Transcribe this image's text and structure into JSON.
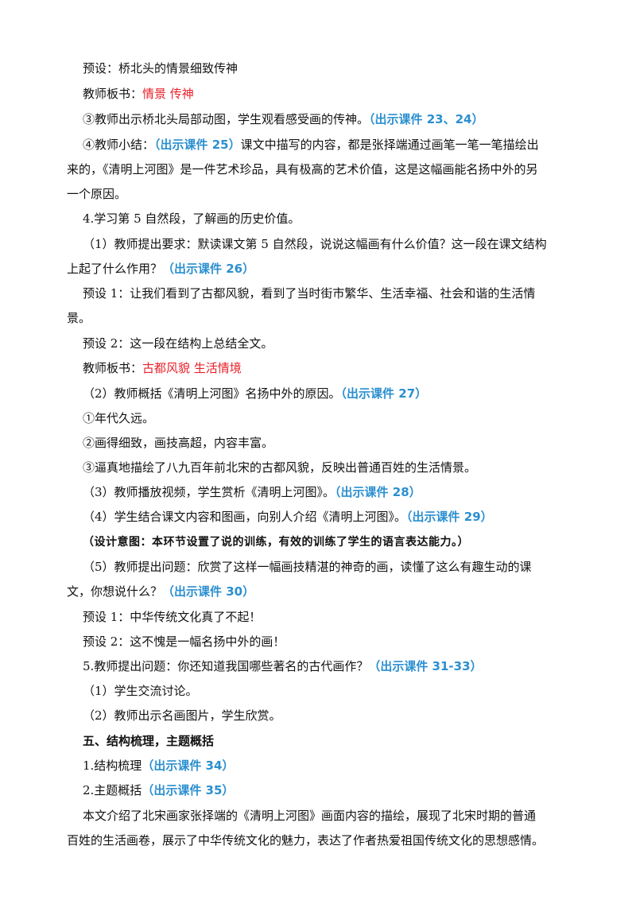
{
  "lines": {
    "l01": "预设：桥北头的情景细致传神",
    "l02_a": "教师板书：",
    "l02_b": "情景  传神",
    "l03_a": "③教师出示桥北头局部动图，学生观看感受画的传神。",
    "l03_b": "（出示课件 23、24）",
    "l04_a": "④教师小结：",
    "l04_b": "（出示课件 25）",
    "l04_c": "课文中描写的内容，都是张择端通过画笔一笔一笔描绘出",
    "l05": "来的，《清明上河图》是一件艺术珍品，具有极高的艺术价值，这是这幅画能名扬中外的另",
    "l06": "一个原因。",
    "l07": "4.学习第 5 自然段，了解画的历史价值。",
    "l08": "（1）教师提出要求：默读课文第 5 自然段，说说这幅画有什么价值？这一段在课文结构",
    "l09_a": "上起了什么作用？",
    "l09_b": "（出示课件 26）",
    "l10": "预设 1：让我们看到了古都风貌，看到了当时街市繁华、生活幸福、社会和谐的生活情",
    "l11": "景。",
    "l12": "预设 2：这一段在结构上总结全文。",
    "l13_a": "教师板书：",
    "l13_b": "古都风貌  生活情境",
    "l14_a": "（2）教师概括《清明上河图》名扬中外的原因。",
    "l14_b": "（出示课件 27）",
    "l15": "①年代久远。",
    "l16": "②画得细致，画技高超，内容丰富。",
    "l17": "③逼真地描绘了八九百年前北宋的古都风貌，反映出普通百姓的生活情景。",
    "l18_a": "（3）教师播放视频，学生赏析《清明上河图》。",
    "l18_b": "（出示课件 28）",
    "l19_a": "（4）学生结合课文内容和图画，向别人介绍《清明上河图》。",
    "l19_b": "（出示课件 29）",
    "l20": "（设计意图：本环节设置了说的训练，有效的训练了学生的语言表达能力。）",
    "l21": "（5）教师提出问题：欣赏了这样一幅画技精湛的神奇的画，读懂了这么有趣生动的课",
    "l22_a": "文，你想说什么？",
    "l22_b": "（出示课件 30）",
    "l23": "预设 1：中华传统文化真了不起！",
    "l24": "预设 2：这不愧是一幅名扬中外的画！",
    "l25_a": "5.教师提出问题：你还知道我国哪些著名的古代画作？",
    "l25_b": "（出示课件 31-33）",
    "l26": "（1）学生交流讨论。",
    "l27": "（2）教师出示名画图片，学生欣赏。",
    "l28": "五、结构梳理，主题概括",
    "l29_a": "1.结构梳理",
    "l29_b": "（出示课件 34）",
    "l30_a": "2.主题概括",
    "l30_b": "（出示课件 35）",
    "l31": "本文介绍了北宋画家张择端的《清明上河图》画面内容的描绘，展现了北宋时期的普通",
    "l32": "百姓的生活画卷，展示了中华传统文化的魅力，表达了作者热爱祖国传统文化的思想感情。"
  },
  "colors": {
    "board_text": "#e8202a",
    "courseware_ref": "#2b8fd0"
  }
}
